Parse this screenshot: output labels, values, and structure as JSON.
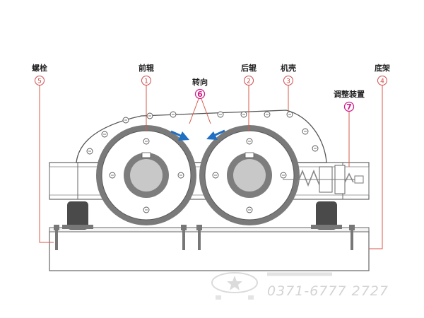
{
  "labels": {
    "bolt": "螺栓",
    "front_roller": "前辊",
    "rotation": "转向",
    "rear_roller": "后辊",
    "housing": "机壳",
    "adjuster": "调整装置",
    "base_frame": "底架"
  },
  "numbers": {
    "bolt": "5",
    "front_roller": "1",
    "rotation": "6",
    "rear_roller": "2",
    "housing": "3",
    "adjuster": "7",
    "base_frame": "4"
  },
  "watermark": {
    "phone": "0371-6777  2727"
  },
  "colors": {
    "leader_line": "#d95a4a",
    "circle_number": "#d24a4a",
    "highlight_number": "#d0208a",
    "rotation_arrow": "#1f6fc2",
    "roller_rim": "#7a7a7a",
    "hub": "#7d7d7d",
    "shoe": "#4a4a4a"
  },
  "icons": [
    "rotation-arrow-icon",
    "bolt-icon"
  ]
}
